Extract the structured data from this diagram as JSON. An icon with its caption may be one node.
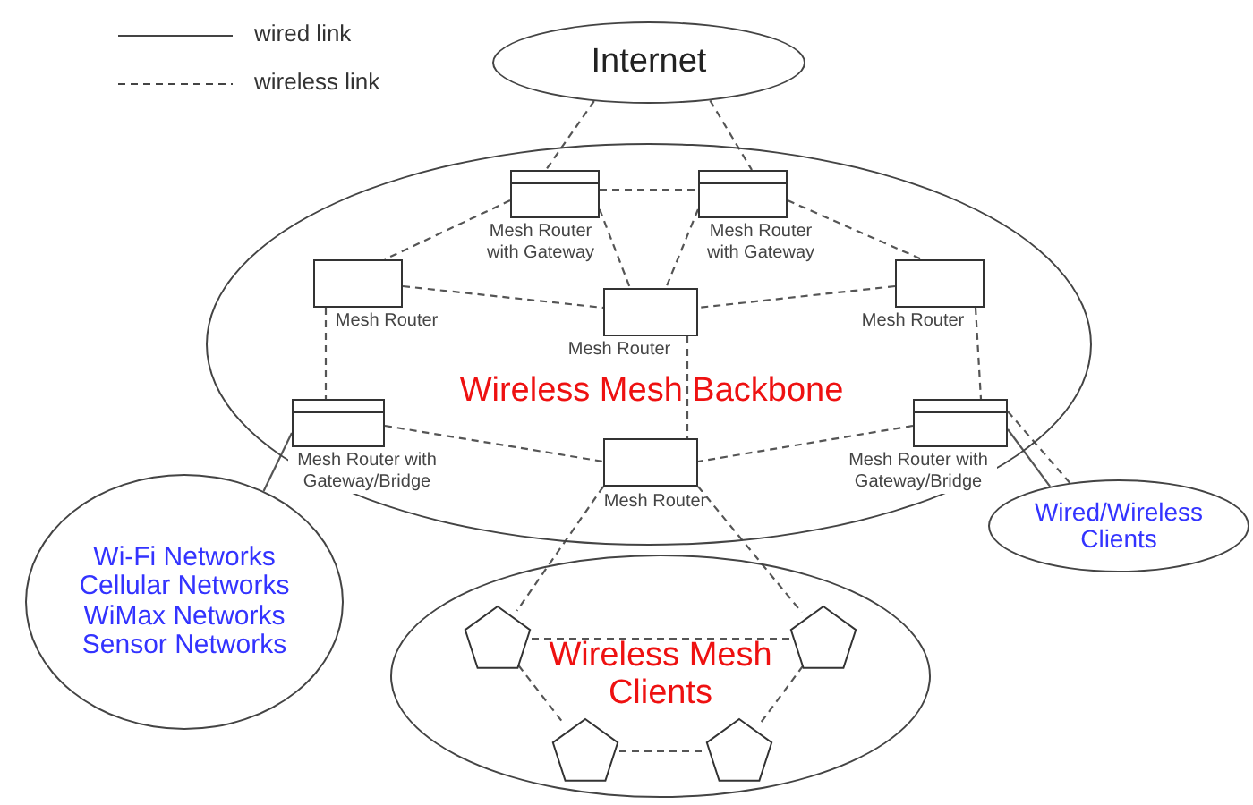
{
  "diagram": {
    "nodes": [
      {
        "text": [
          "Internet"
        ]
      },
      {
        "text": [
          "Wireless Mesh Backbone"
        ]
      },
      {
        "text": [],
        "shape": "box",
        "in": 1,
        "beside": [
          "Mesh Router with Gateway"
        ]
      },
      {
        "text": [],
        "shape": "box",
        "in": 1,
        "beside": [
          "Mesh Router with Gateway"
        ]
      },
      {
        "text": [],
        "shape": "box",
        "in": 1,
        "beside": [
          "Mesh Router"
        ]
      },
      {
        "text": [],
        "shape": "box",
        "in": 1,
        "beside": [
          "Mesh Router"
        ]
      },
      {
        "text": [],
        "shape": "box",
        "in": 1,
        "beside": [
          "Mesh Router"
        ]
      },
      {
        "text": [],
        "shape": "box",
        "in": 1,
        "beside": [
          "Mesh Router with Gateway/Bridge"
        ]
      },
      {
        "text": [],
        "shape": "box",
        "in": 1,
        "beside": [
          "Mesh Router"
        ]
      },
      {
        "text": [],
        "shape": "box",
        "in": 1,
        "beside": [
          "Mesh Router with Gateway/Bridge"
        ]
      },
      {
        "text": [
          "Wi-Fi Networks",
          "Cellular Networks",
          "WiMax Networks",
          "Sensor Networks"
        ]
      },
      {
        "text": [
          "Wired/Wireless Clients"
        ]
      },
      {
        "text": [
          "Wireless Mesh Clients"
        ]
      },
      {
        "text": [],
        "shape": "pentagon",
        "in": 12
      },
      {
        "text": [],
        "shape": "pentagon",
        "in": 12
      },
      {
        "text": [],
        "shape": "pentagon",
        "in": 12
      },
      {
        "text": [],
        "shape": "pentagon",
        "in": 12
      }
    ],
    "edges": [
      {
        "from": 0,
        "to": 2,
        "arrow": "none",
        "style": "dashed"
      },
      {
        "from": 0,
        "to": 3,
        "arrow": "none",
        "style": "dashed"
      },
      {
        "from": 2,
        "to": 3,
        "arrow": "none",
        "style": "dashed"
      },
      {
        "from": 2,
        "to": 4,
        "arrow": "none",
        "style": "dashed"
      },
      {
        "from": 3,
        "to": 6,
        "arrow": "none",
        "style": "dashed"
      },
      {
        "from": 2,
        "to": 5,
        "arrow": "none",
        "style": "dashed"
      },
      {
        "from": 3,
        "to": 5,
        "arrow": "none",
        "style": "dashed"
      },
      {
        "from": 4,
        "to": 5,
        "arrow": "none",
        "style": "dashed"
      },
      {
        "from": 6,
        "to": 5,
        "arrow": "none",
        "style": "dashed"
      },
      {
        "from": 4,
        "to": 7,
        "arrow": "none",
        "style": "dashed"
      },
      {
        "from": 6,
        "to": 9,
        "arrow": "none",
        "style": "dashed"
      },
      {
        "from": 5,
        "to": 8,
        "arrow": "none",
        "style": "dashed"
      },
      {
        "from": 7,
        "to": 8,
        "arrow": "none",
        "style": "dashed"
      },
      {
        "from": 9,
        "to": 8,
        "arrow": "none",
        "style": "dashed"
      },
      {
        "from": 7,
        "to": 10,
        "arrow": "none"
      },
      {
        "from": 9,
        "to": 11,
        "arrow": "none"
      },
      {
        "from": 9,
        "to": 11,
        "arrow": "none",
        "style": "dashed"
      },
      {
        "from": 8,
        "to": 13,
        "arrow": "none",
        "style": "dashed"
      },
      {
        "from": 8,
        "to": 14,
        "arrow": "none",
        "style": "dashed"
      },
      {
        "from": 13,
        "to": 14,
        "arrow": "none",
        "style": "dashed"
      },
      {
        "from": 13,
        "to": 15,
        "arrow": "none",
        "style": "dashed"
      },
      {
        "from": 14,
        "to": 16,
        "arrow": "none",
        "style": "dashed"
      },
      {
        "from": 15,
        "to": 16,
        "arrow": "none",
        "style": "dashed"
      }
    ],
    "legend": [
      {
        "text": "wired link"
      },
      {
        "text": "wireless link"
      }
    ]
  }
}
